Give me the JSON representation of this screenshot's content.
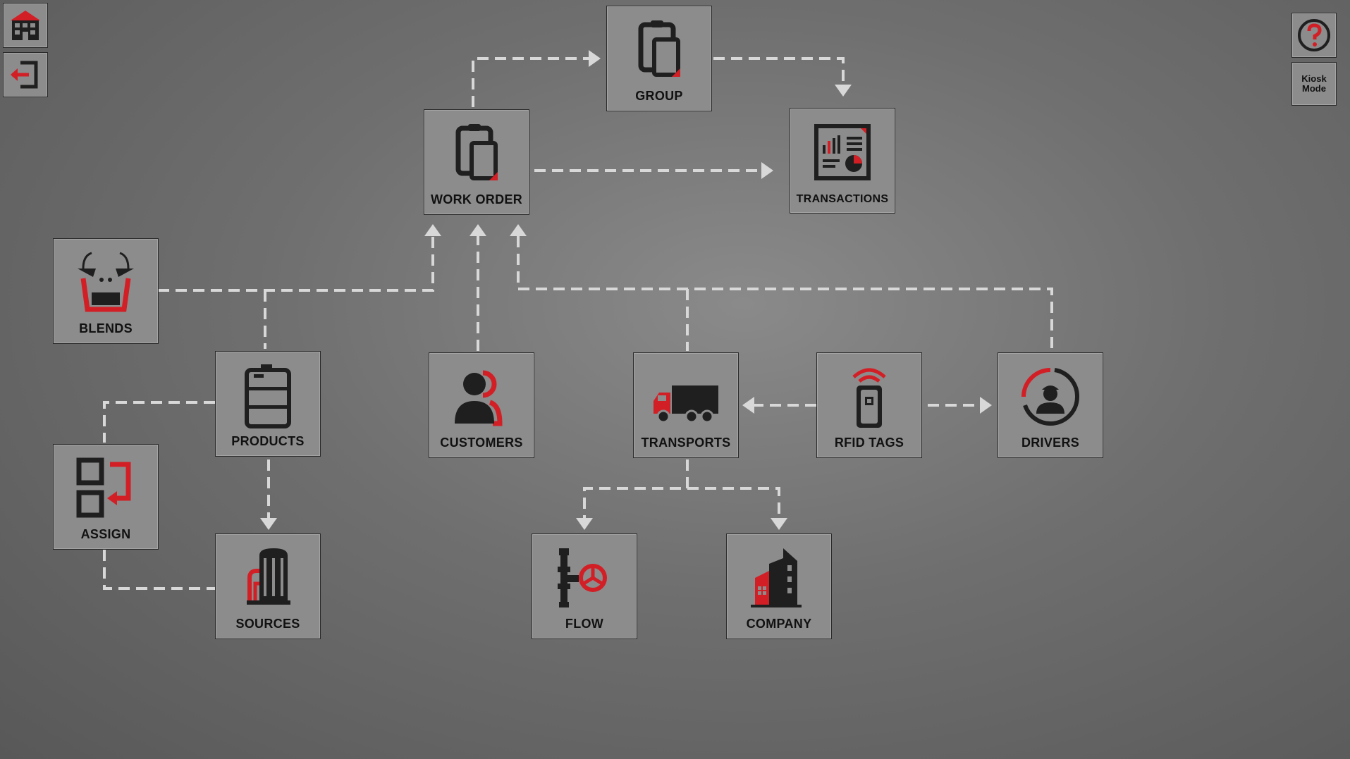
{
  "toolbar": {
    "home_icon": "building-icon",
    "logout_icon": "logout-icon",
    "help_icon": "question-icon",
    "kiosk_label": "Kiosk Mode"
  },
  "colors": {
    "accent": "#d21f26",
    "icon": "#1f1f1f",
    "tile": "#8c8c8c",
    "connector": "#d8d8d8"
  },
  "tiles": {
    "group": {
      "label": "GROUP",
      "icon": "clipboard-icon"
    },
    "work_order": {
      "label": "WORK ORDER",
      "icon": "clipboard-icon"
    },
    "transactions": {
      "label": "TRANSACTIONS",
      "icon": "report-icon"
    },
    "blends": {
      "label": "BLENDS",
      "icon": "blend-bucket-icon"
    },
    "products": {
      "label": "PRODUCTS",
      "icon": "barrel-icon"
    },
    "customers": {
      "label": "CUSTOMERS",
      "icon": "users-icon"
    },
    "transports": {
      "label": "TRANSPORTS",
      "icon": "truck-icon"
    },
    "rfid_tags": {
      "label": "RFID TAGS",
      "icon": "rfid-tag-icon"
    },
    "drivers": {
      "label": "DRIVERS",
      "icon": "driver-icon"
    },
    "assign": {
      "label": "ASSIGN",
      "icon": "assign-icon"
    },
    "sources": {
      "label": "SOURCES",
      "icon": "tank-icon"
    },
    "flow": {
      "label": "FLOW",
      "icon": "valve-icon"
    },
    "company": {
      "label": "COMPANY",
      "icon": "company-building-icon"
    }
  }
}
